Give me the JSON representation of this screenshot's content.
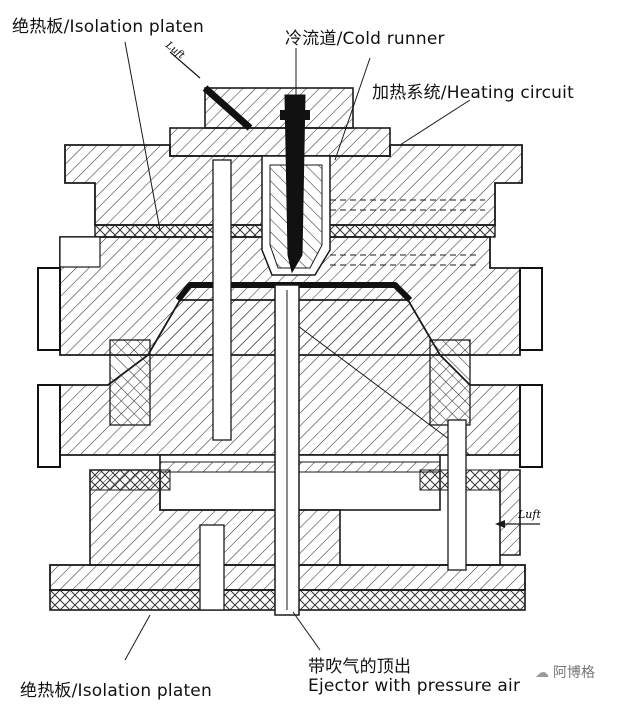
{
  "labels": {
    "isolation_top": "绝热板/Isolation platen",
    "cold_runner": "冷流道/Cold runner",
    "heating_circuit": "加热系统/Heating circuit",
    "isolation_bottom": "绝热板/Isolation platen",
    "ejector_cn": "带吹气的顶出",
    "ejector_en": "Ejector with pressure air"
  },
  "annotations": {
    "luft_arrow": "Luft",
    "inlet_arrow": "Luft"
  },
  "watermark": {
    "text": "阿博格"
  },
  "colors": {
    "line": "#1a1a1a",
    "paper": "#ffffff",
    "hatch": "#333333",
    "sheet": "#111111"
  }
}
